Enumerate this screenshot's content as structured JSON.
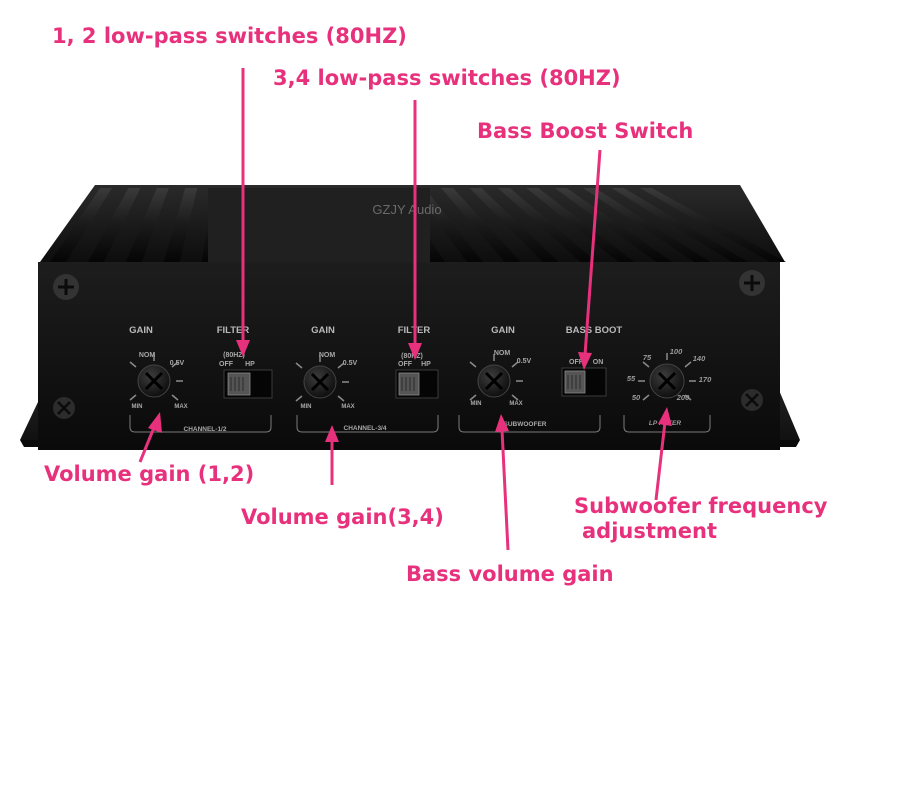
{
  "colors": {
    "callout": "#e8317c",
    "arrow": "#e8317c",
    "chassis": "#1c1c1c",
    "faceplate": "#141414",
    "silkscreen": "#b9b9b9"
  },
  "callouts": {
    "lowpass_12": "1, 2 low-pass switches (80HZ)",
    "lowpass_34": "3,4 low-pass switches (80HZ)",
    "bass_boost": "Bass Boost Switch",
    "volume_12": "Volume gain (1,2)",
    "volume_34": "Volume gain(3,4)",
    "bass_volume": "Bass volume gain",
    "subwoofer_freq_line1": "Subwoofer frequency",
    "subwoofer_freq_line2": "adjustment"
  },
  "device": {
    "brand_watermark": "GZJY Audio",
    "sections": {
      "gain_label": "GAIN",
      "filter_label": "FILTER",
      "bass_boost_label": "BASS BOOT"
    },
    "knob_labels": {
      "nom": "NOM",
      "half_v": "0.5V",
      "min": "MIN",
      "max": "MAX"
    },
    "switch_labels": {
      "freq": "(80HZ)",
      "off": "OFF",
      "hp": "HP",
      "on": "ON"
    },
    "group_labels": {
      "ch12": "CHANNEL-1/2",
      "ch34": "CHANNEL-3/4",
      "sub": "SUBWOOFER",
      "lp": "LP FILTER"
    },
    "freq_dial": [
      "75",
      "100",
      "140",
      "55",
      "170",
      "50",
      "200"
    ]
  }
}
